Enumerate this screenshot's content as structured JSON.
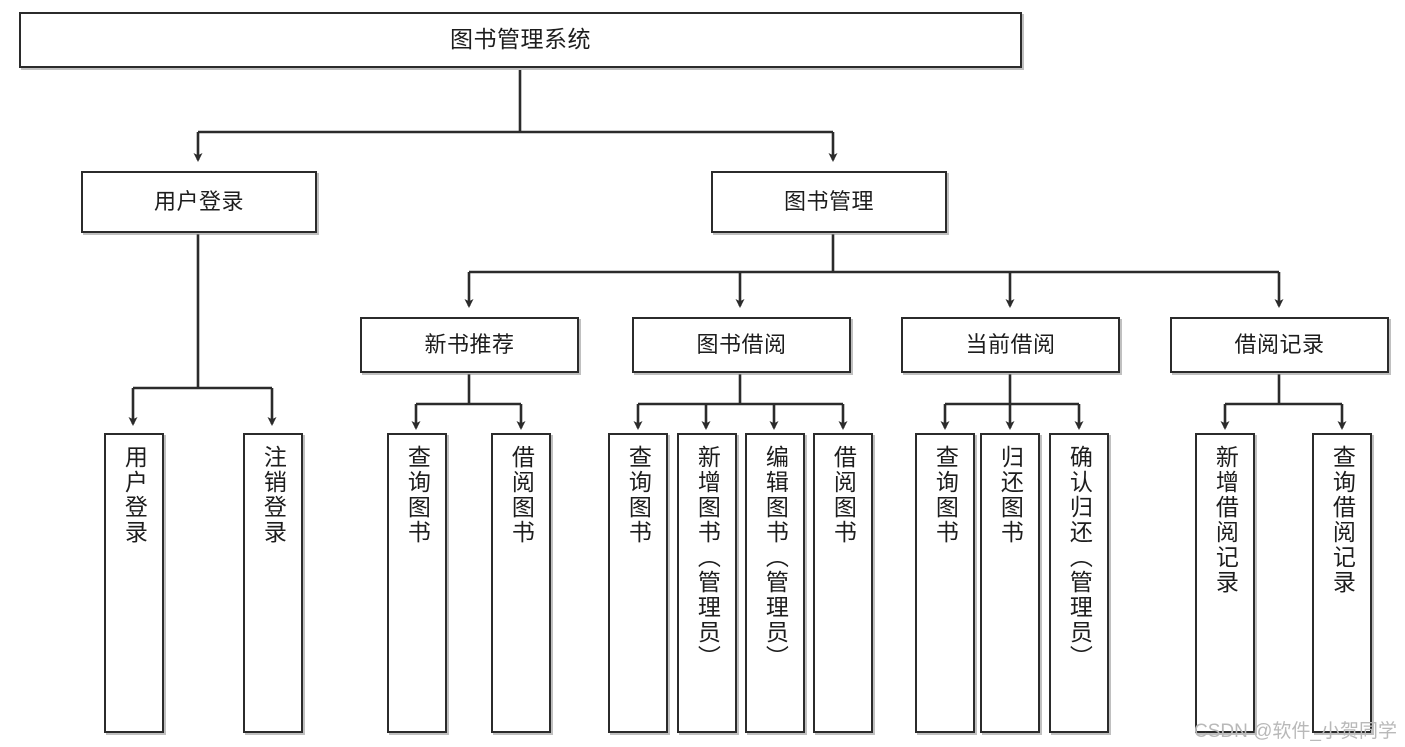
{
  "diagram": {
    "title": "图书管理系统",
    "type": "tree-hierarchy-diagram",
    "colors": {
      "box_border": "#2b2b2b",
      "box_fill": "#ffffff",
      "edge": "#2b2b2b",
      "text": "#1d1d1d",
      "watermark": "#b9b9b9",
      "background": "#ffffff"
    }
  },
  "nodes": {
    "root": {
      "label": "图书管理系统"
    },
    "level2": [
      {
        "label": "用户登录"
      },
      {
        "label": "图书管理"
      }
    ],
    "level3": [
      {
        "label": "新书推荐"
      },
      {
        "label": "图书借阅"
      },
      {
        "label": "当前借阅"
      },
      {
        "label": "借阅记录"
      }
    ],
    "leaves": {
      "user_login": [
        {
          "label": "用户登录"
        },
        {
          "label": "注销登录"
        }
      ],
      "new_book_recommend": [
        {
          "label": "查询图书"
        },
        {
          "label": "借阅图书"
        }
      ],
      "book_borrow": [
        {
          "label": "查询图书"
        },
        {
          "label": "新增图书（管理员）"
        },
        {
          "label": "编辑图书（管理员）"
        },
        {
          "label": "借阅图书"
        }
      ],
      "current_borrow": [
        {
          "label": "查询图书"
        },
        {
          "label": "归还图书"
        },
        {
          "label": "确认归还（管理员）"
        }
      ],
      "borrow_record": [
        {
          "label": "新增借阅记录"
        },
        {
          "label": "查询借阅记录"
        }
      ]
    }
  },
  "watermark": {
    "text": "CSDN @软件_小贺同学"
  }
}
